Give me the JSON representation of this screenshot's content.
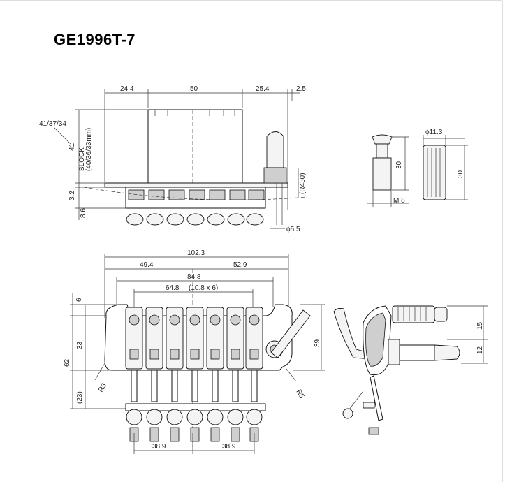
{
  "title": "GE1996T-7",
  "top_view": {
    "dims": {
      "d_24_4": "24.4",
      "d_50": "50",
      "d_25_4": "25.4",
      "d_2_5": "2.5",
      "d_41_37_34": "41/37/34",
      "d_41": "41",
      "block_line1": "BLOCK",
      "block_line2": "(40/36/33mm)",
      "d_3_2": "3.2",
      "d_8_6": "8.6",
      "d_r430": "(R430)",
      "d_phi_5_5": "ϕ5.5"
    }
  },
  "arm_parts": {
    "dims": {
      "d_phi_11_3": "ϕ11.3",
      "d_30_a": "30",
      "d_30_b": "30",
      "d_m8": "M 8"
    }
  },
  "front_view": {
    "dims": {
      "d_102_3": "102.3",
      "d_49_4": "49.4",
      "d_52_9": "52.9",
      "d_84_8": "84.8",
      "d_64_8": "64.8",
      "d_10_8x6": "(10.8 x 6)",
      "d_6": "6",
      "d_62": "62",
      "d_33": "33",
      "d_23": "(23)",
      "d_r5_left": "R5",
      "d_r5_right": "R5",
      "d_39": "39",
      "d_38_9_left": "38.9",
      "d_38_9_right": "38.9"
    }
  },
  "side_view": {
    "dims": {
      "d_15": "15",
      "d_12": "12"
    }
  }
}
